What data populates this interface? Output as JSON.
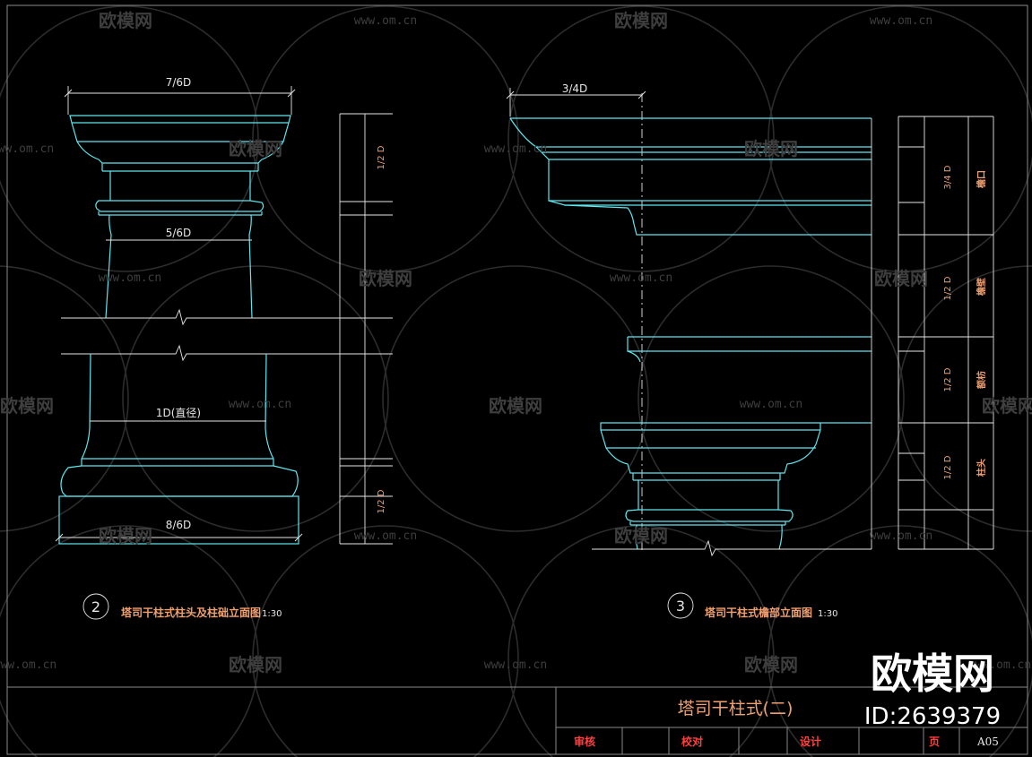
{
  "figure2": {
    "number": "2",
    "caption": "塔司干柱式柱头及柱础立面图",
    "scale": "1:30",
    "dims": {
      "top": "7/6D",
      "upper_shaft": "5/6D",
      "diameter": "1D(直径)",
      "base": "8/6D"
    },
    "ruler": [
      "1/2 D",
      "1/2 D"
    ]
  },
  "figure3": {
    "number": "3",
    "caption": "塔司干柱式檐部立面图",
    "scale": "1:30",
    "dims": {
      "top": "3/4D"
    },
    "ruler": [
      {
        "dim": "3/4 D",
        "label": "檐口"
      },
      {
        "dim": "1/2 D",
        "label": "檐壁"
      },
      {
        "dim": "1/2 D",
        "label": "额枋"
      },
      {
        "dim": "1/2 D",
        "label": "柱头"
      }
    ]
  },
  "title_block": {
    "title": "塔司干柱式(二)",
    "fields": [
      "审核",
      "校对",
      "设计",
      "页"
    ],
    "page": "A05"
  },
  "watermark": {
    "brand": "欧模网",
    "url": "www.om.cn",
    "id": "ID:2639379"
  }
}
